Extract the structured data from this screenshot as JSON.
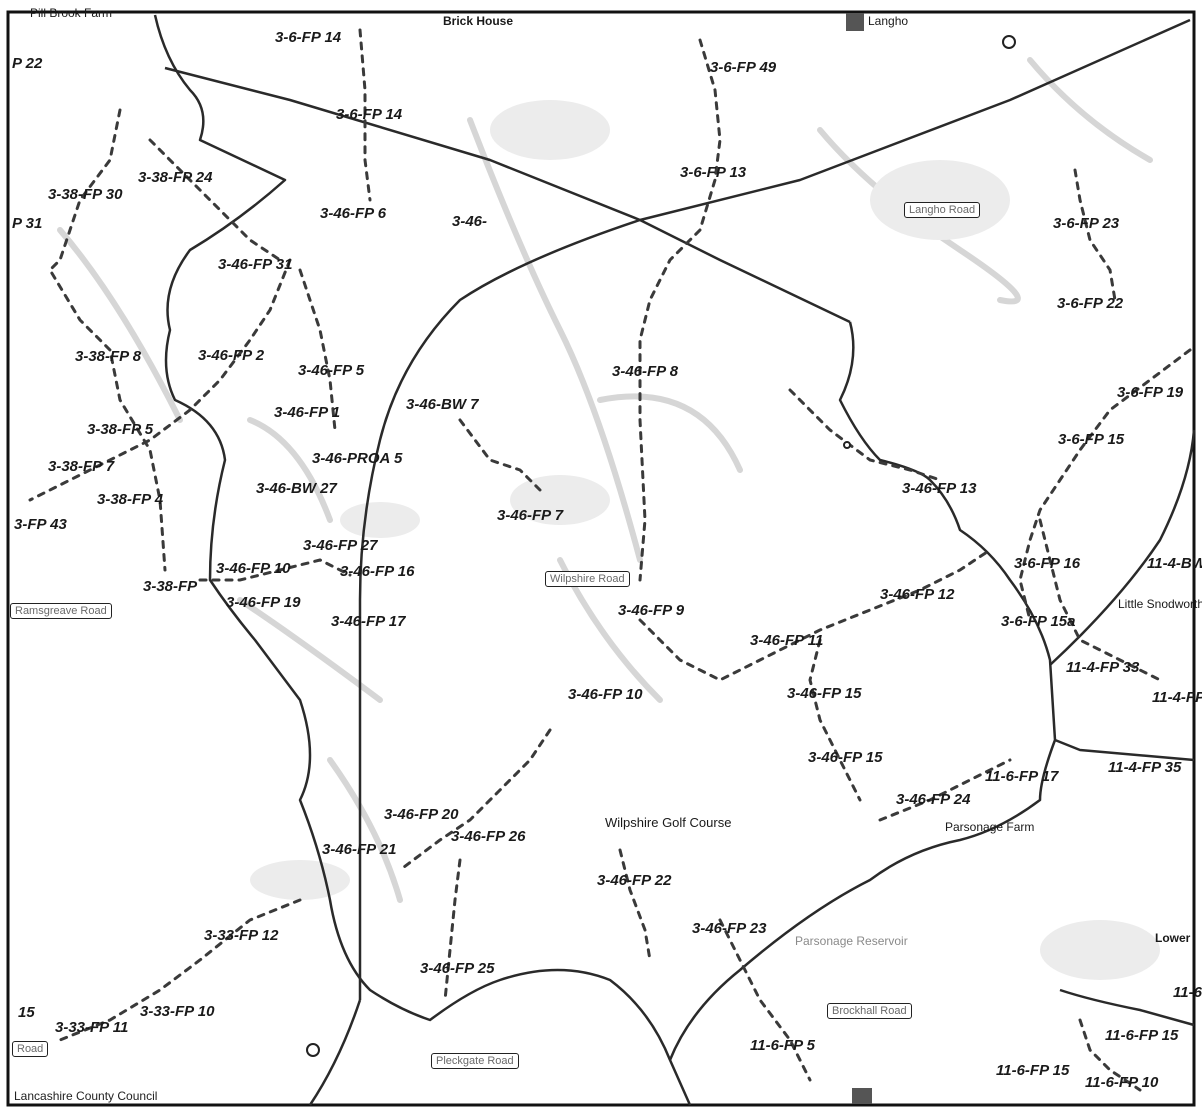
{
  "colors": {
    "frame": "#111111",
    "road": "#2a2a2a",
    "path": "#444444",
    "faint": "#cfcfcf",
    "bg": "#ffffff"
  },
  "places": {
    "brick_house": "Brick House",
    "langho": "Langho",
    "farm_top": "Pill Brook Farm",
    "wilpshire_golf": "Wilpshire Golf Course",
    "parsonage_farm": "Parsonage Farm",
    "parsonage_reservoir": "Parsonage Reservoir",
    "little_snodworth": "Little Snodworth",
    "lower": "Lower"
  },
  "boxes": {
    "langho_road": "Langho Road",
    "wilpshire_road": "Wilpshire Road",
    "ramsgreave": "Ramsgreave Road",
    "brockhall": "Brockhall Road",
    "pleckgate": "Pleckgate Road",
    "small_left": "Road"
  },
  "footer": {
    "council": "Lancashire County Council"
  },
  "paths": {
    "p1": "P 22",
    "p2": "3-6-FP 14",
    "p3": "3-6-FP 14",
    "p4": "3-6-FP 49",
    "p5": "3-6-FP 13",
    "p6": "3-38-FP 24",
    "p7": "3-38-FP 30",
    "p8": "P 31",
    "p9": "3-46-FP 6",
    "p10": "3-46-",
    "p11": "3-6-FP 23",
    "p12": "3-46-FP 31",
    "p13": "3-6-FP 22",
    "p14": "3-38-FP 8",
    "p15": "3-46-FP 2",
    "p16": "3-46-FP 5",
    "p17": "3-46-FP 8",
    "p18": "3-46-FP 1",
    "p19": "3-46-BW 7",
    "p20": "3-6-FP 19",
    "p21": "3-38-FP 5",
    "p22": "3-6-FP 15",
    "p23": "3-46-PROA 5",
    "p24": "3-38-FP 7",
    "p25": "3-46-BW 27",
    "p26": "3-38-FP 4",
    "p27": "3-46-FP 13",
    "p28": "3-46-FP 7",
    "p29": "3-FP 43",
    "p30": "3-46-FP 27",
    "p31": "3-46-FP 10",
    "p32": "3-46-FP 16",
    "p33": "3-6-FP 16",
    "p34": "11-4-BW",
    "p35": "3-38-FP",
    "p36": "3-46-FP 12",
    "p37": "3-46-FP 19",
    "p38": "3-46-FP 9",
    "p39": "3-46-FP 17",
    "p40": "3-6-FP 15a",
    "p41": "3-46-FP 11",
    "p42": "11-4-FP 33",
    "p43": "3-46-FP 10",
    "p44": "3-46-FP 15",
    "p45": "11-4-FP",
    "p46": "3-46-FP 15",
    "p47": "11-6-FP 17",
    "p48": "11-4-FP 35",
    "p49": "3-46-FP 24",
    "p50": "3-46-FP 20",
    "p51": "3-46-FP 26",
    "p52": "3-46-FP 21",
    "p53": "3-46-FP 22",
    "p54": "3-33-FP 12",
    "p55": "3-46-FP 23",
    "p56": "3-46-FP 25",
    "p57": "15",
    "p58": "3-33-FP 11",
    "p59": "3-33-FP 10",
    "p60": "11-6-FP 5",
    "p61": "11-6-FP 15",
    "p62": "11-6-FP 15",
    "p63": "11-6-FP 10",
    "p64": "11-6"
  }
}
